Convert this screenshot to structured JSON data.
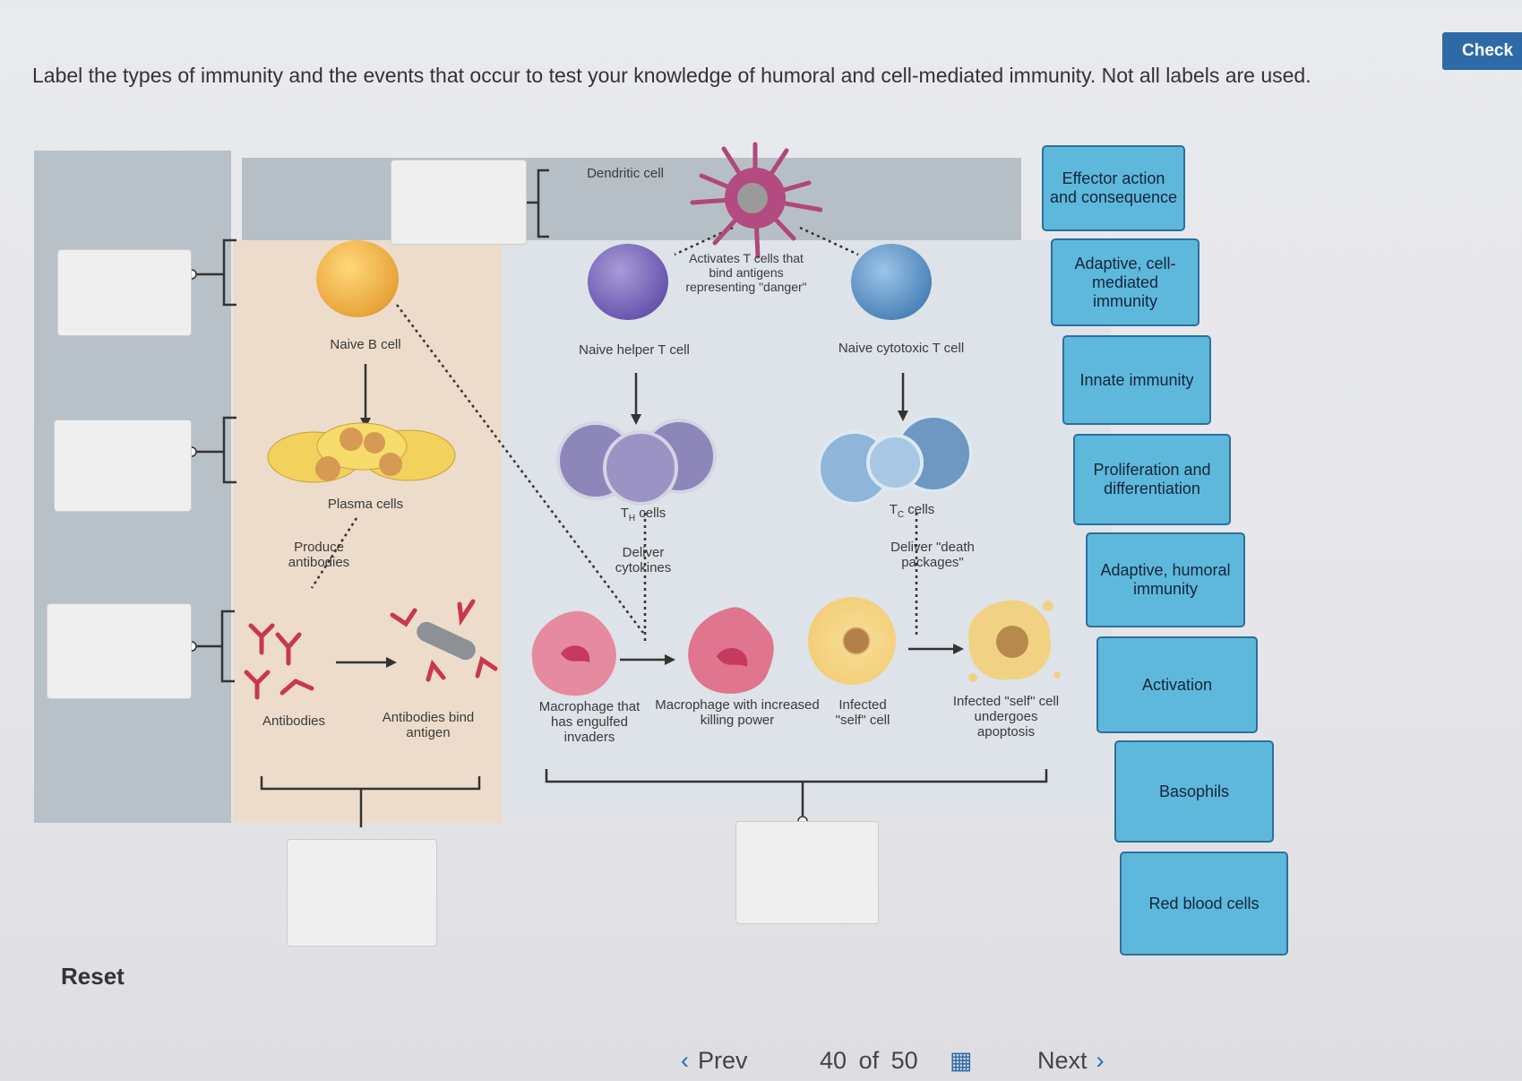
{
  "header": {
    "instructions": "Label the types of immunity and the events that occur to test your knowledge of humoral and cell-mediated immunity. Not all labels are used.",
    "check_label": "Check"
  },
  "diagram": {
    "dendritic_cell": "Dendritic cell",
    "activates_t_cells": "Activates T cells that bind antigens representing \"danger\"",
    "naive_b_cell": "Naive B cell",
    "plasma_cells": "Plasma cells",
    "produce_antibodies": "Produce antibodies",
    "antibodies": "Antibodies",
    "antibodies_bind_antigen": "Antibodies bind antigen",
    "naive_helper_t_cell": "Naive helper T cell",
    "naive_cytotoxic_t_cell": "Naive cytotoxic T cell",
    "th_cells_main": "T",
    "th_cells_sub": "H",
    "th_cells_suffix": " cells",
    "tc_cells_main": "T",
    "tc_cells_sub": "C",
    "tc_cells_suffix": " cells",
    "deliver_cytokines": "Deliver cytokines",
    "deliver_death_packages": "Deliver \"death packages\"",
    "macrophage_engulfed": "Macrophage that has engulfed invaders",
    "macrophage_killing": "Macrophage with increased killing power",
    "infected_self_cell": "Infected \"self\" cell",
    "infected_self_apoptosis": "Infected \"self\" cell undergoes apoptosis"
  },
  "label_bank": [
    "Effector action and consequence",
    "Adaptive, cell-mediated immunity",
    "Innate immunity",
    "Proliferation and differentiation",
    "Adaptive, humoral immunity",
    "Activation",
    "Basophils",
    "Red blood cells"
  ],
  "footer": {
    "reset_label": "Reset",
    "prev_label": "Prev",
    "page_current": "40",
    "page_of": "of",
    "page_total": "50",
    "next_label": "Next"
  },
  "colors": {
    "tile_fill": "#5eb8dc",
    "tile_border": "#2d6f9c",
    "check_button": "#2e6aa8",
    "humoral_panel": "#eddccb",
    "cell_mediated_panel": "#dde3e8"
  }
}
